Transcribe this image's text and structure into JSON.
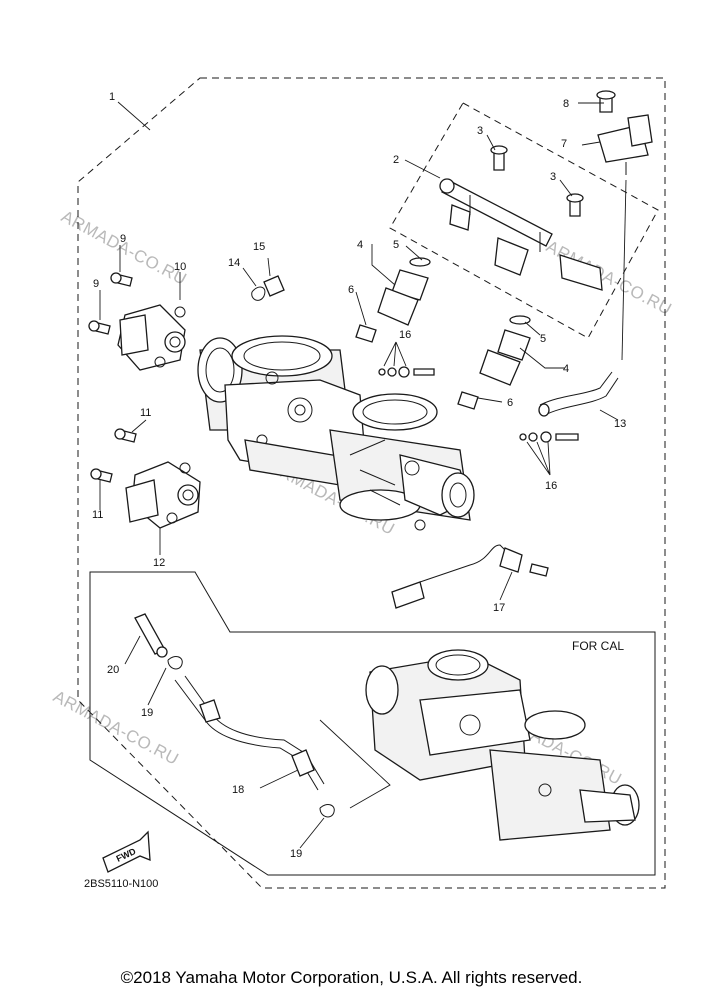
{
  "callouts": [
    "1",
    "2",
    "3",
    "3",
    "4",
    "5",
    "6",
    "8",
    "7",
    "9",
    "9",
    "10",
    "14",
    "15",
    "16",
    "5",
    "4",
    "6",
    "13",
    "11",
    "11",
    "12",
    "16",
    "17",
    "20",
    "19",
    "18",
    "19"
  ],
  "for_cal_label": "FOR CAL",
  "fwd_label": "FWD",
  "diagram_code": "2BS5110-N100",
  "watermark_text": "ARMADA-CO.RU",
  "copyright": "©2018 Yamaha Motor Corporation, U.S.A. All rights reserved."
}
